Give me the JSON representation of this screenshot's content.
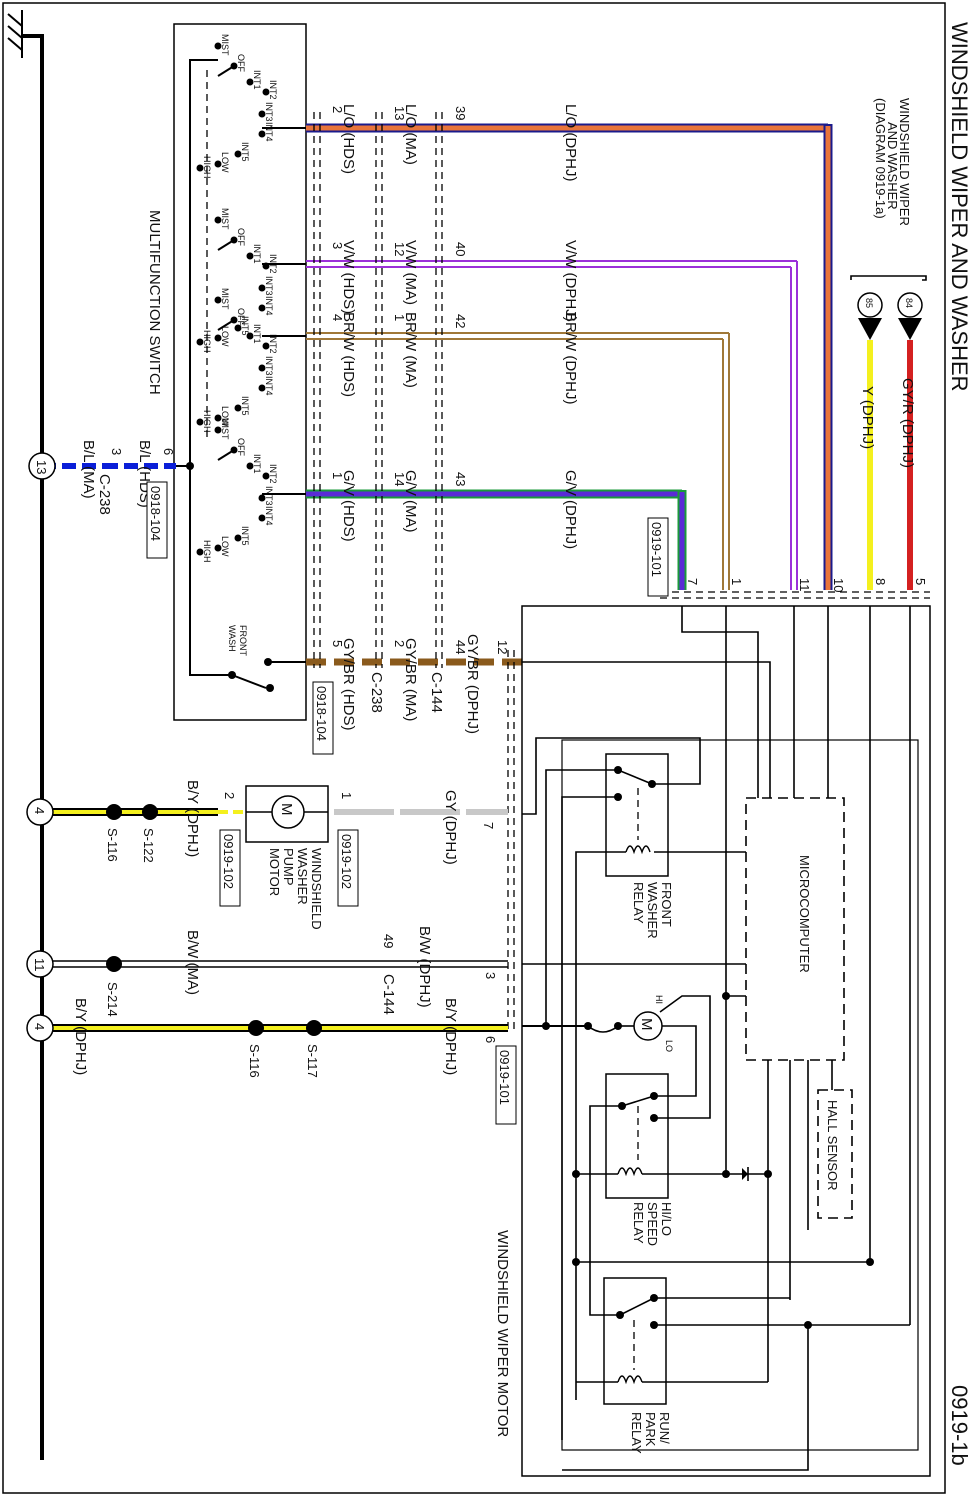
{
  "title": "WINDSHIELD WIPER AND WASHER",
  "page_id": "0919-1b",
  "colors": {
    "orange": "#e8743b",
    "navy": "#1a1a8c",
    "violet": "#9b30d9",
    "brown": "#8a5a1c",
    "tan": "#a07838",
    "blue_violet": "#5a2bd6",
    "green": "#1a9a3a",
    "blue": "#0a1ed8",
    "yellow": "#f4f01e",
    "red": "#d42020",
    "gray": "#c8c8c8"
  },
  "reference": {
    "label": "WINDSHIELD WIPER AND WASHER (DIAGRAM 0919-1a)",
    "lines": [
      "WINDSHIELD WIPER",
      "AND WASHER",
      "(DIAGRAM 0919-1a)"
    ],
    "connectors": [
      {
        "id": "84",
        "wire": "GY/R (DPHJ)",
        "pin": "5"
      },
      {
        "id": "85",
        "wire": "Y (DPHJ)",
        "pin": "8"
      }
    ]
  },
  "multifunction_switch": {
    "label": "MULTIFUNCTION SWITCH",
    "positions": [
      "MIST",
      "OFF",
      "INT1",
      "INT2",
      "INT3",
      "INT4",
      "INT5",
      "LOW",
      "HIGH"
    ],
    "front_wash": [
      "FRONT",
      "WASH"
    ]
  },
  "harness_wires": [
    {
      "hds": "L/O (HDS)",
      "hds_pin": "2",
      "ma": "L/O (MA)",
      "ma_pin": "13",
      "dphj": "L/O (DPHJ)",
      "dphj_pin": "39",
      "motor_pin": "10"
    },
    {
      "hds": "V/W (HDS)",
      "hds_pin": "3",
      "ma": "V/W (MA)",
      "ma_pin": "12",
      "dphj": "V/W (DPHJ)",
      "dphj_pin": "40",
      "motor_pin": "11"
    },
    {
      "hds": "BR/W (HDS)",
      "hds_pin": "4",
      "ma": "BR/W (MA)",
      "ma_pin": "1",
      "dphj": "BR/W (DPHJ)",
      "dphj_pin": "42",
      "motor_pin": "1"
    },
    {
      "hds": "G/V (HDS)",
      "hds_pin": "1",
      "ma": "G/V (MA)",
      "ma_pin": "14",
      "dphj": "G/V (DPHJ)",
      "dphj_pin": "43",
      "motor_pin": "7"
    },
    {
      "hds": "GY/BR (HDS)",
      "hds_pin": "5",
      "ma": "GY/BR (MA)",
      "ma_pin": "2",
      "dphj": "GY/BR (DPHJ)",
      "dphj_pin": "44",
      "motor_pin": "12"
    }
  ],
  "connectors": {
    "c238": "C-238",
    "c144": "C-144",
    "ref_0918_104": "0918-104",
    "ref_0919_101": "0919-101",
    "ref_0919_102": "0919-102"
  },
  "ground_bl": {
    "node": "13",
    "wire_hds": "B/L (HDS)",
    "pin_hds": "6",
    "wire_ma": "B/L (MA)",
    "pin_ma": "3"
  },
  "washer_pump": {
    "label": [
      "WINDSHIELD",
      "WASHER",
      "PUMP",
      "MOTOR"
    ],
    "motor_glyph": "M",
    "node": "4",
    "wire_by": "B/Y (DPHJ)",
    "pin_by": "2",
    "wire_gy": "GY (DPHJ)",
    "pin_gy": "1",
    "motor_pin": "7",
    "splices": [
      "S-116",
      "S-122"
    ]
  },
  "bw_circuit": {
    "node": "11",
    "splice": "S-214",
    "wire_ma": "B/W (MA)",
    "wire_dphj": "B/W (DPHJ)",
    "c144_pin": "49",
    "motor_pin": "3"
  },
  "by_circuit": {
    "node": "4",
    "wire_left": "B/Y (DPHJ)",
    "wire_right": "B/Y (DPHJ)",
    "splices": [
      "S-116",
      "S-117"
    ],
    "motor_pin": "6"
  },
  "wiper_motor": {
    "label": "WINDSHIELD WIPER MOTOR",
    "microcomputer": "MICROCOMPUTER",
    "hall_sensor": "HALL SENSOR",
    "front_washer_relay": [
      "FRONT",
      "WASHER",
      "RELAY"
    ],
    "hilo_speed_relay": [
      "HI/LO",
      "SPEED",
      "RELAY"
    ],
    "run_park_relay": [
      "RUN/",
      "PARK",
      "RELAY"
    ],
    "motor_glyph": "M",
    "hi": "HI",
    "lo": "LO"
  }
}
